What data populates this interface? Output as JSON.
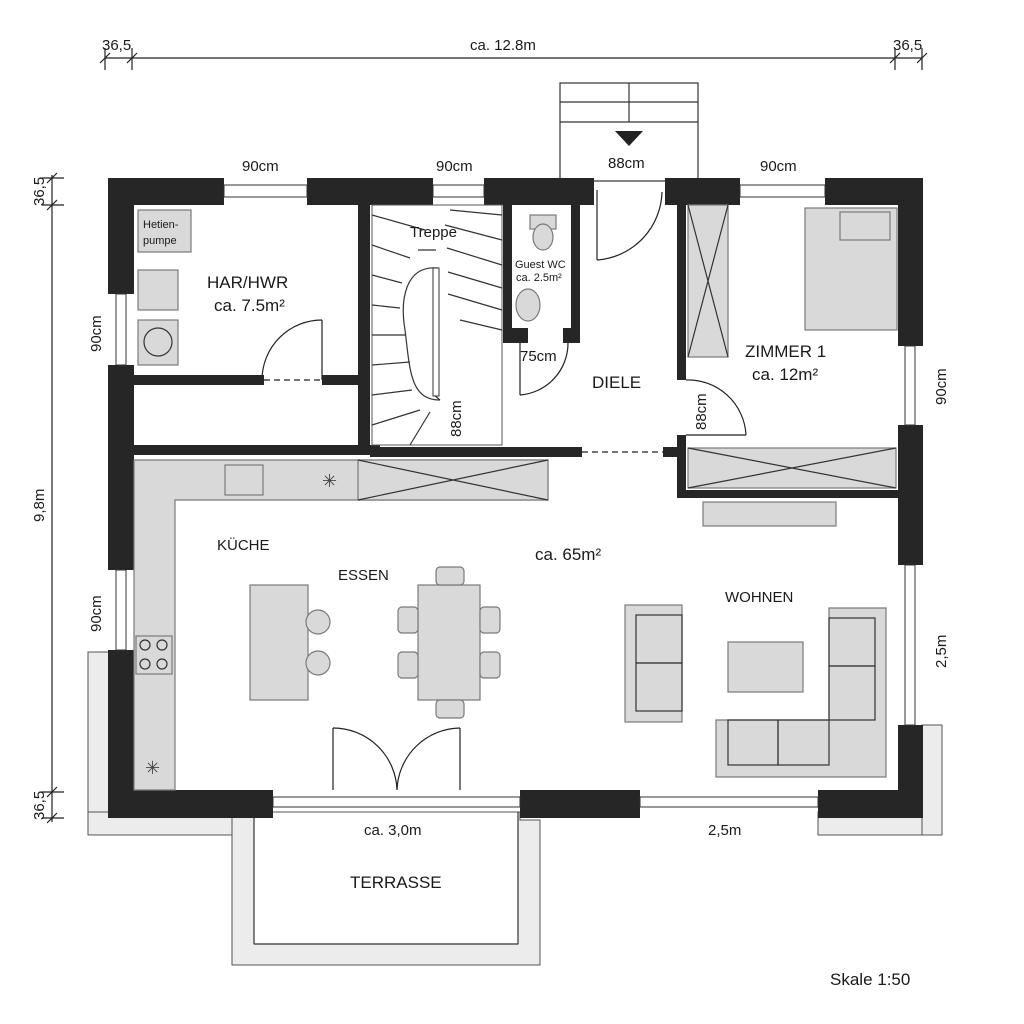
{
  "dimensions": {
    "top_left": "36,5",
    "top_total": "ca. 12.8m",
    "top_right": "36,5",
    "left_top": "36,5",
    "left_total": "9,8m",
    "left_bottom": "36,5",
    "windows": {
      "top_w1": "90cm",
      "top_w2": "90cm",
      "entrance": "88cm",
      "top_w3": "90cm",
      "left_w1": "90cm",
      "left_w2": "90cm",
      "right_w1": "90cm",
      "right_w2": "2,5m",
      "bottom_w1": "ca. 3,0m",
      "bottom_w2": "2,5m"
    },
    "wc_door": "75cm",
    "zimmer_door": "88cm",
    "stair_width": "88cm"
  },
  "rooms": {
    "har_name": "HAR/HWR",
    "har_area": "ca. 7.5m²",
    "heat_pump_line1": "Hetien-",
    "heat_pump_line2": "pumpe",
    "stairs": "Treppe",
    "wc_name": "Guest WC",
    "wc_area": "ca. 2.5m²",
    "diele": "DIELE",
    "zimmer_name": "ZIMMER 1",
    "zimmer_area": "ca. 12m²",
    "kueche": "KÜCHE",
    "essen": "ESSEN",
    "living_area": "ca. 65m²",
    "wohnen": "WOHNEN",
    "terrasse": "TERRASSE"
  },
  "scale": "Skale 1:50"
}
